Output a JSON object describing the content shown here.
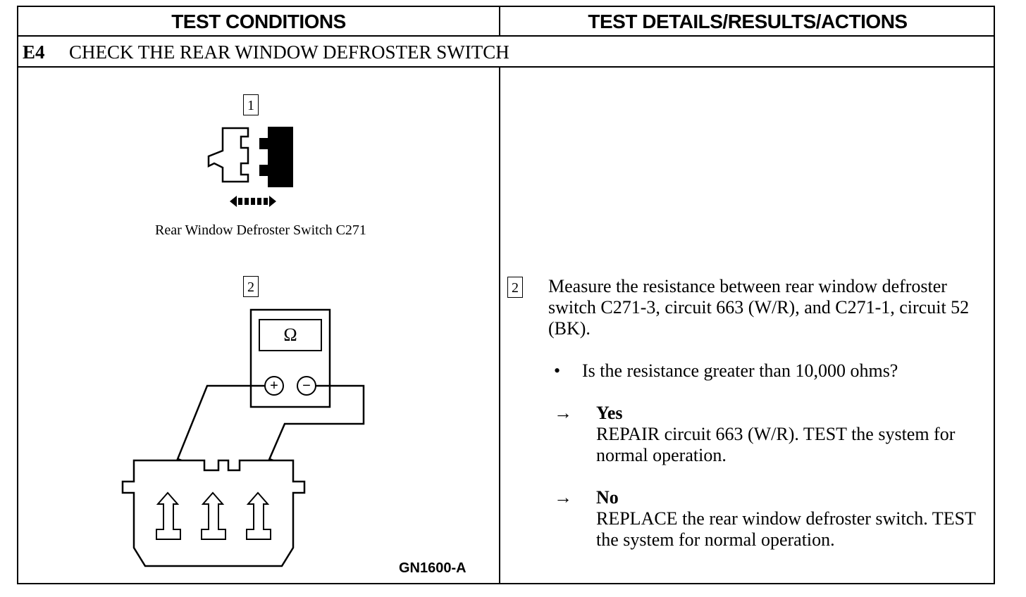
{
  "header": {
    "left": "TEST CONDITIONS",
    "right": "TEST DETAILS/RESULTS/ACTIONS"
  },
  "step": {
    "id": "E4",
    "title": "CHECK THE REAR WINDOW DEFROSTER SWITCH"
  },
  "left": {
    "figure1_number": "1",
    "figure1_caption": "Rear Window Defroster Switch C271",
    "figure2_number": "2",
    "meter_symbol": "Ω",
    "plus_symbol": "+",
    "minus_symbol": "−",
    "figure_code": "GN1600-A"
  },
  "right": {
    "step_number": "2",
    "instruction": "Measure the resistance between rear window defroster switch C271-3, circuit 663 (W/R), and C271-1, circuit 52 (BK).",
    "bullet": "•",
    "question": "Is the resistance greater than 10,000 ohms?",
    "answers": [
      {
        "arrow": "→",
        "label": "Yes",
        "action": "REPAIR circuit 663 (W/R). TEST the system for normal operation."
      },
      {
        "arrow": "→",
        "label": "No",
        "action": "REPLACE the rear window defroster switch. TEST the system for normal operation."
      }
    ]
  }
}
